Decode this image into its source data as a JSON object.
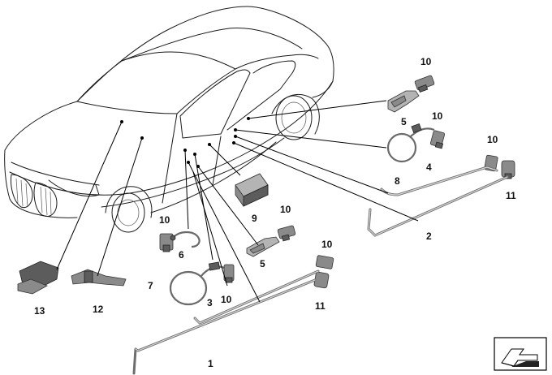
{
  "callouts": [
    {
      "id": "c10a",
      "text": "10"
    },
    {
      "id": "c5a",
      "text": "5"
    },
    {
      "id": "c10b",
      "text": "10"
    },
    {
      "id": "c10c",
      "text": "10"
    },
    {
      "id": "c4",
      "text": "4"
    },
    {
      "id": "c8",
      "text": "8"
    },
    {
      "id": "c11a",
      "text": "11"
    },
    {
      "id": "c2",
      "text": "2"
    },
    {
      "id": "c9",
      "text": "9"
    },
    {
      "id": "c10d",
      "text": "10"
    },
    {
      "id": "c10e",
      "text": "10"
    },
    {
      "id": "c6",
      "text": "6"
    },
    {
      "id": "c5b",
      "text": "5"
    },
    {
      "id": "c10f",
      "text": "10"
    },
    {
      "id": "c7",
      "text": "7"
    },
    {
      "id": "c10g",
      "text": "10"
    },
    {
      "id": "c3",
      "text": "3"
    },
    {
      "id": "c11b",
      "text": "11"
    },
    {
      "id": "c13",
      "text": "13"
    },
    {
      "id": "c12",
      "text": "12"
    },
    {
      "id": "c1",
      "text": "1"
    }
  ]
}
